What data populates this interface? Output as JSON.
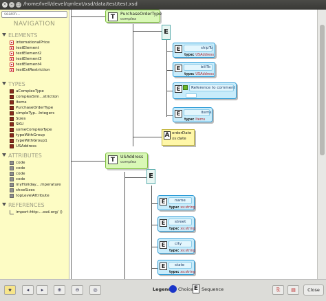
{
  "window": {
    "title": "/home/lvell/devel/qmlext/xsd/data/test/test.xsd"
  },
  "search": {
    "placeholder": "search..."
  },
  "navigation": {
    "title": "NAVIGATION"
  },
  "sections": {
    "elements": {
      "title": "ELEMENTS",
      "items": [
        "internationalPrice",
        "testElement",
        "testElement2",
        "testElement3",
        "testElement4",
        "testExtRestriction"
      ]
    },
    "types": {
      "title": "TYPES",
      "items": [
        "aComplexType",
        "complexSim...striction",
        "items",
        "PurchaseOrderType",
        "simpleTyp...Integers",
        "Sizes",
        "SKU",
        "someComplexType",
        "typeWithGroup",
        "typeWithGroup1",
        "USAddress"
      ]
    },
    "attributes": {
      "title": "ATTRIBUTES",
      "items": [
        "code",
        "code",
        "code",
        "code",
        "myHoliday....mperature",
        "shoeSizes",
        "topLevelAttribute"
      ]
    },
    "references": {
      "title": "REFERENCES",
      "items": [
        "import:http:...xsd.org/ ()"
      ]
    }
  },
  "diagram": {
    "purchase": {
      "title": "PurchaseOrderType",
      "sub": "complex",
      "badge": "T"
    },
    "usaddress": {
      "title": "USAddress",
      "sub": "complex",
      "badge": "T"
    },
    "seq_badge": "E",
    "el_badge": "E",
    "type_label": "type:",
    "po_elements": [
      {
        "name": "shipTo",
        "type": "USAddress"
      },
      {
        "name": "billTo",
        "type": "USAddress"
      },
      {
        "name": "Reference to comment",
        "type": ""
      },
      {
        "name": "items",
        "type": "Items"
      }
    ],
    "attribute": {
      "badge": "A",
      "line1": "orderDate",
      "line2": "xs:date"
    },
    "us_elements": [
      {
        "name": "name",
        "type": "xs:string"
      },
      {
        "name": "street",
        "type": "xs:string"
      },
      {
        "name": "city",
        "type": "xs:string"
      },
      {
        "name": "state",
        "type": "xs:string"
      }
    ]
  },
  "legend": {
    "title": "Legend:",
    "choice": "Choice",
    "sequence": "Sequence"
  },
  "buttons": {
    "close": "Close"
  },
  "colors": {
    "choice_dot": "#1a35c9",
    "type_fill": "#d9f8b6",
    "element_fill": "#c8ecfb",
    "attribute_fill": "#fff7a8",
    "sidebar_bg": "#fdfcc4"
  }
}
